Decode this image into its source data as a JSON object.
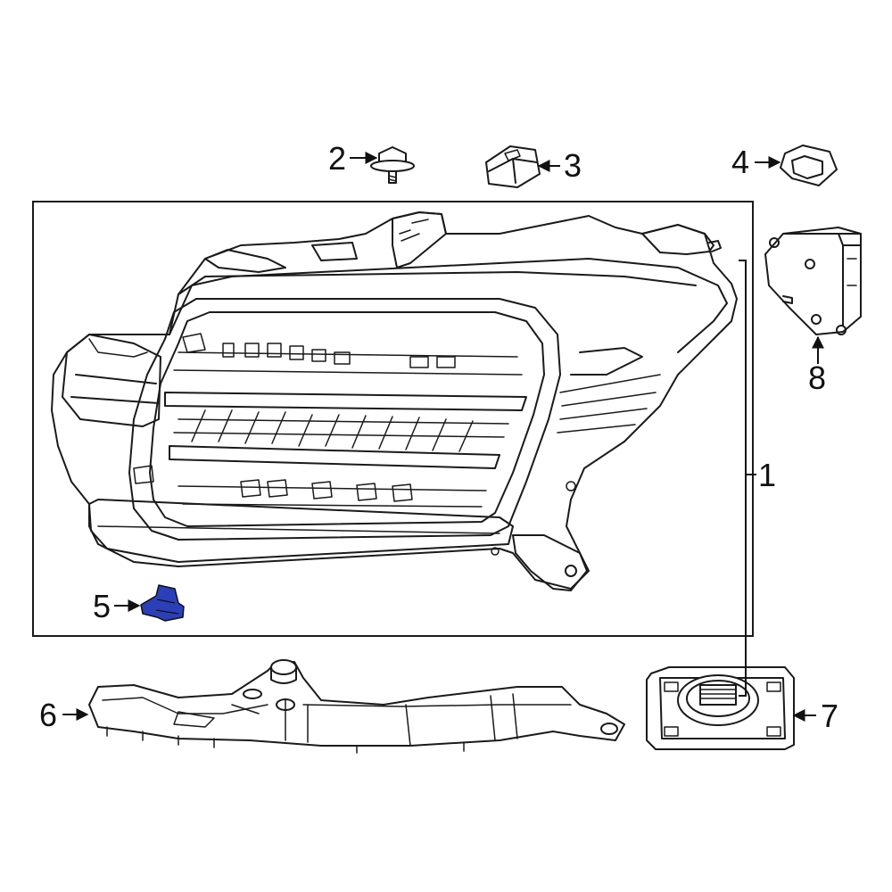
{
  "diagram": {
    "highlight_color": "#2a3fb8",
    "line_color": "#1a1a1a",
    "callouts": [
      {
        "id": "c1",
        "label": "1"
      },
      {
        "id": "c2",
        "label": "2"
      },
      {
        "id": "c3",
        "label": "3"
      },
      {
        "id": "c4",
        "label": "4"
      },
      {
        "id": "c5",
        "label": "5"
      },
      {
        "id": "c6",
        "label": "6"
      },
      {
        "id": "c7",
        "label": "7"
      },
      {
        "id": "c8",
        "label": "8"
      }
    ]
  }
}
